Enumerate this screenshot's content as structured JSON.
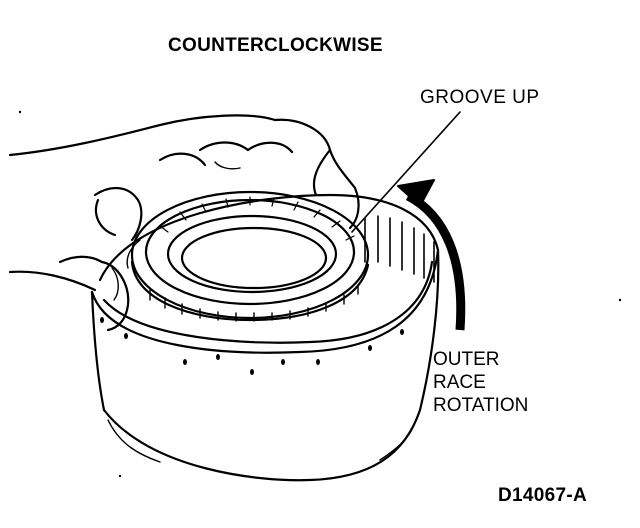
{
  "figure": {
    "title": "COUNTERCLOCKWISE",
    "callout_groove": "GROOVE UP",
    "callout_rotation_lines": [
      "OUTER",
      "RACE",
      "ROTATION"
    ],
    "figure_code": "D14067-A"
  },
  "colors": {
    "ink": "#000000",
    "paper": "#ffffff"
  },
  "icons": {
    "rotation_arrow": "curved-arrow-icon"
  }
}
